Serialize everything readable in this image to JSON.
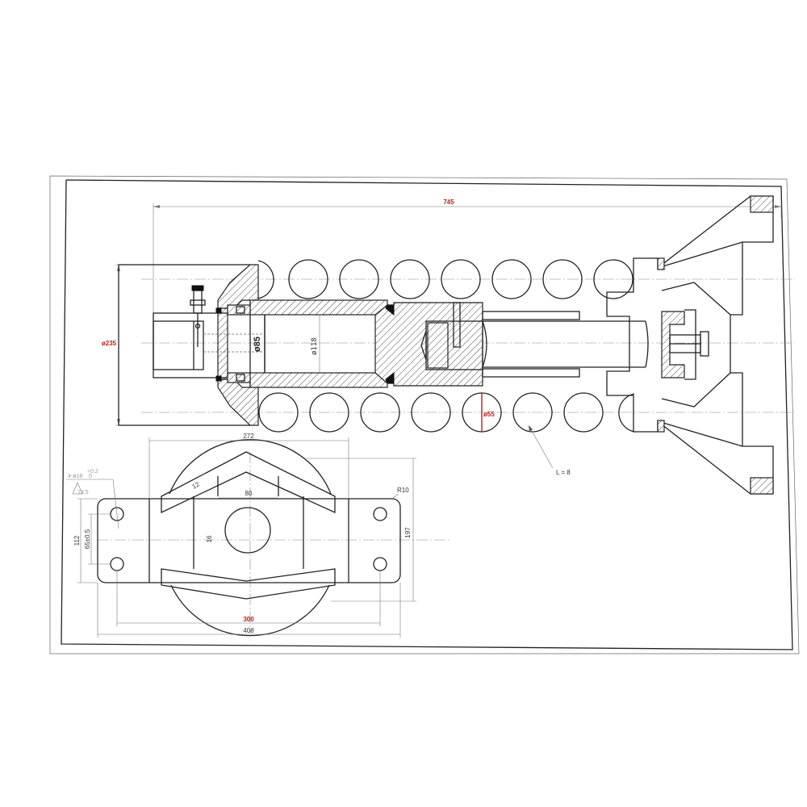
{
  "dimensions": {
    "overall_length": "745",
    "chain_diameter": "ø235",
    "bore_small": "ø85",
    "bore_large": "ø118",
    "roller_diameter": "ø55",
    "link_length": "L = 8",
    "plate_width_top": "272",
    "slot_width": "80",
    "plate_radius": "R10",
    "plate_height": "197",
    "hole_pitch_v": "112",
    "hole_pitch_tol": "65±0.5",
    "hole_spec_main": "4-ø18",
    "hole_spec_tol_upper": "+0.2",
    "hole_spec_tol_lower": "0",
    "hole_spec_sub": "19.5",
    "hole_pitch_h": "300",
    "plate_length": "408",
    "web_thickness": "12",
    "centre_thickness": "16"
  },
  "colors": {
    "line": "#222222",
    "dimension": "#777777",
    "highlight": "#b0241b"
  }
}
